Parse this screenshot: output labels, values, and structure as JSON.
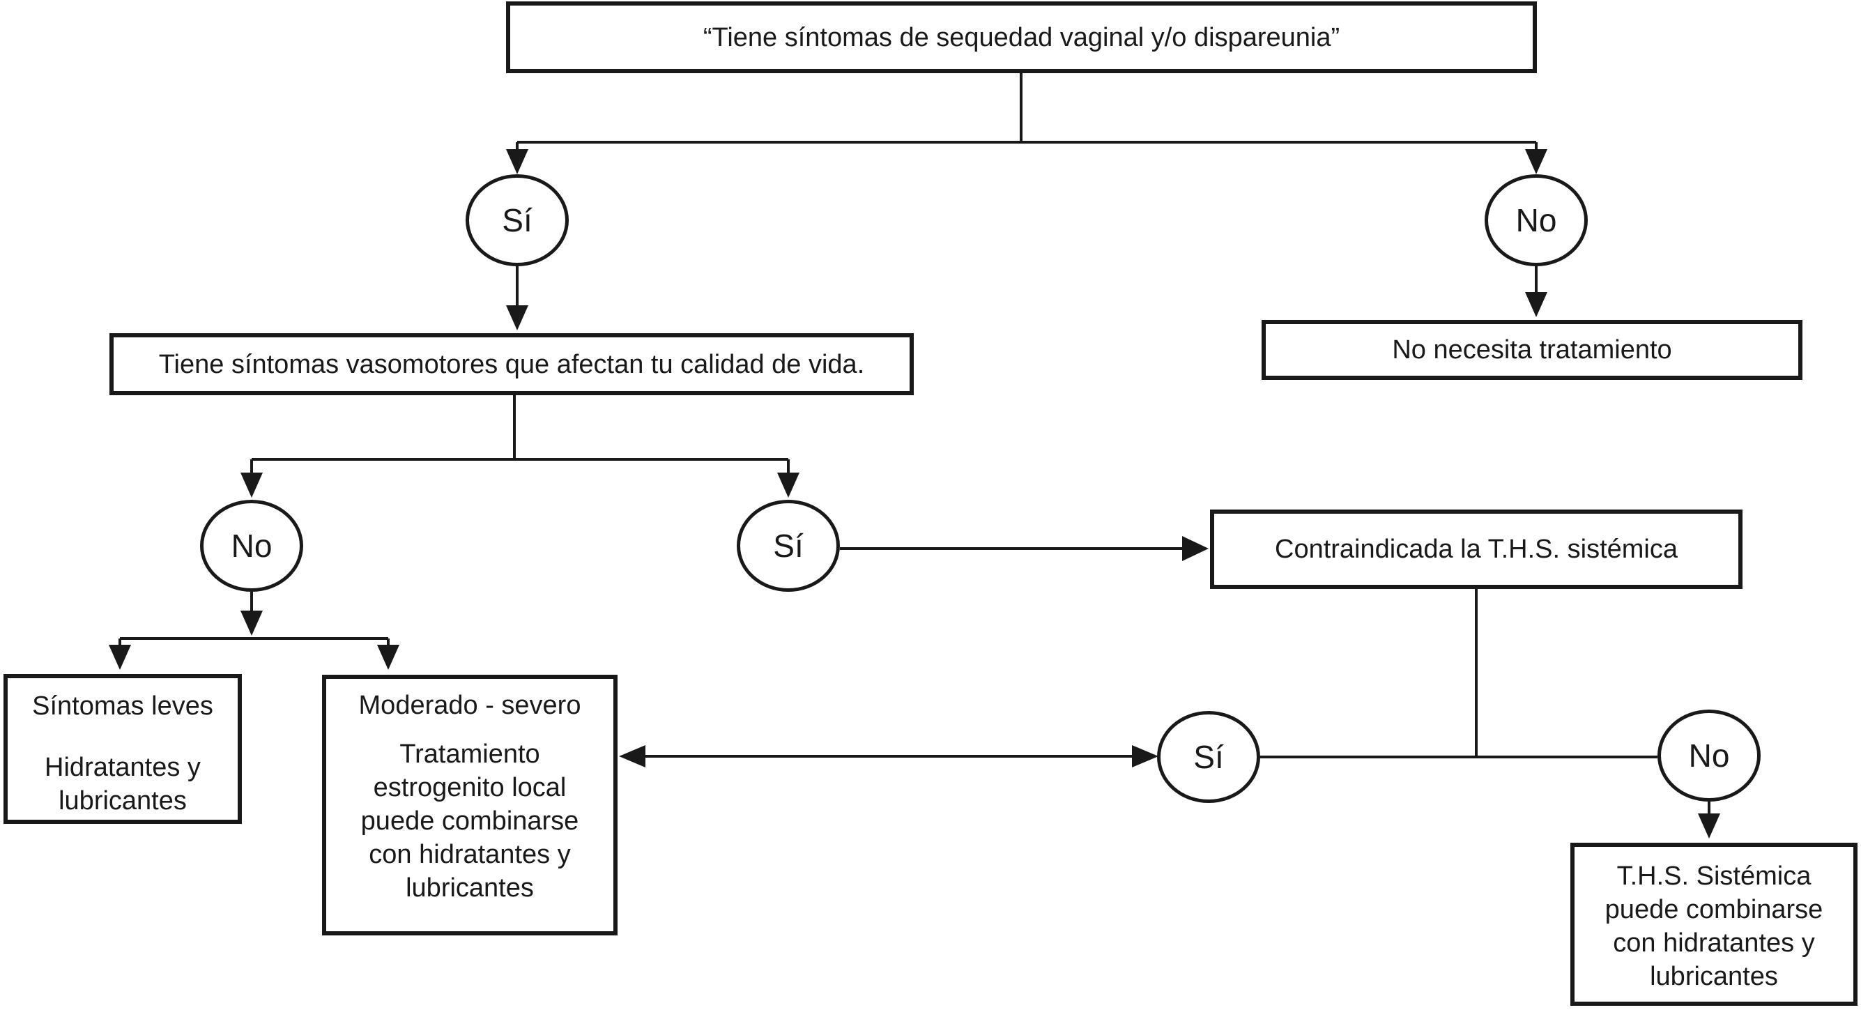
{
  "flowchart": {
    "q1": "“Tiene síntomas de sequedad vaginal y/o dispareunia”",
    "branch1": {
      "yes": "Sí",
      "no": "No"
    },
    "no_treatment": "No necesita tratamiento",
    "q2": "Tiene síntomas vasomotores que afectan tu calidad de vida.",
    "branch2": {
      "no": "No",
      "yes": "Sí"
    },
    "contraindicated": "Contraindicada la T.H.S. sistémica",
    "branch3": {
      "yes": "Sí",
      "no": "No"
    },
    "mild": {
      "title": "Síntomas leves",
      "body": "Hidratantes y\nlubricantes"
    },
    "moderate": {
      "title": "Moderado - severo",
      "body": "Tratamiento\nestrogenito local\npuede combinarse\ncon hidratantes y\nlubricantes"
    },
    "ths": {
      "body": "T.H.S. Sistémica\npuede combinarse\ncon hidratantes y\nlubricantes"
    },
    "colors": {
      "ink": "#191919",
      "background": "#ffffff"
    }
  }
}
